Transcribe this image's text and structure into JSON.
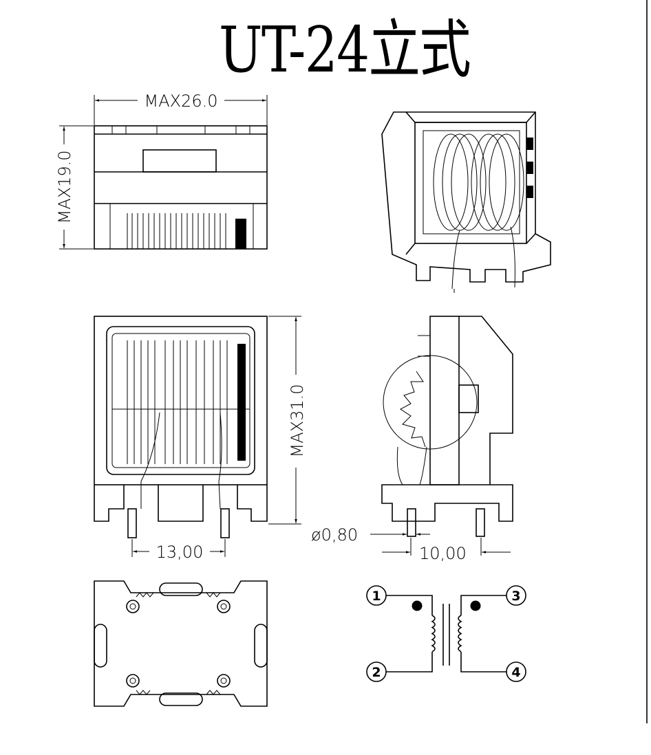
{
  "title": "UT-24立式",
  "dimensions": {
    "width": "MAX26.0",
    "depth": "MAX19.0",
    "height": "MAX31.0",
    "pin_pitch_front": "13,00",
    "pin_diameter": "ø0,80",
    "pin_pitch_side": "10,00"
  },
  "schematic": {
    "pins": [
      "1",
      "2",
      "3",
      "4"
    ]
  }
}
